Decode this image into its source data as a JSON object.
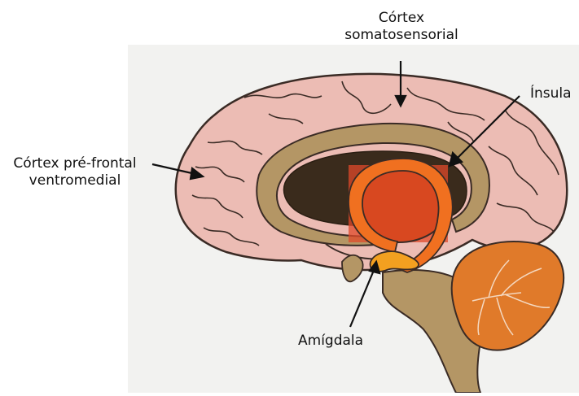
{
  "labels": {
    "somatosensory_line1": "Córtex",
    "somatosensory_line2": "somatosensorial",
    "insula": "Ínsula",
    "vmpfc_line1": "Córtex pré-frontal",
    "vmpfc_line2": "ventromedial",
    "amygdala": "Amígdala"
  },
  "colors": {
    "background_paper": "#f2f2f0",
    "cortex_fill": "#ecbcb4",
    "outline": "#3a2b25",
    "inner_band": "#b49665",
    "ventricle": "#3a2b1c",
    "insula_highlight": "#e04a2a",
    "ring_orange": "#f07020",
    "amygdala_fill": "#f3a020",
    "brainstem": "#b49665",
    "cerebellum": "#e07a2a"
  }
}
